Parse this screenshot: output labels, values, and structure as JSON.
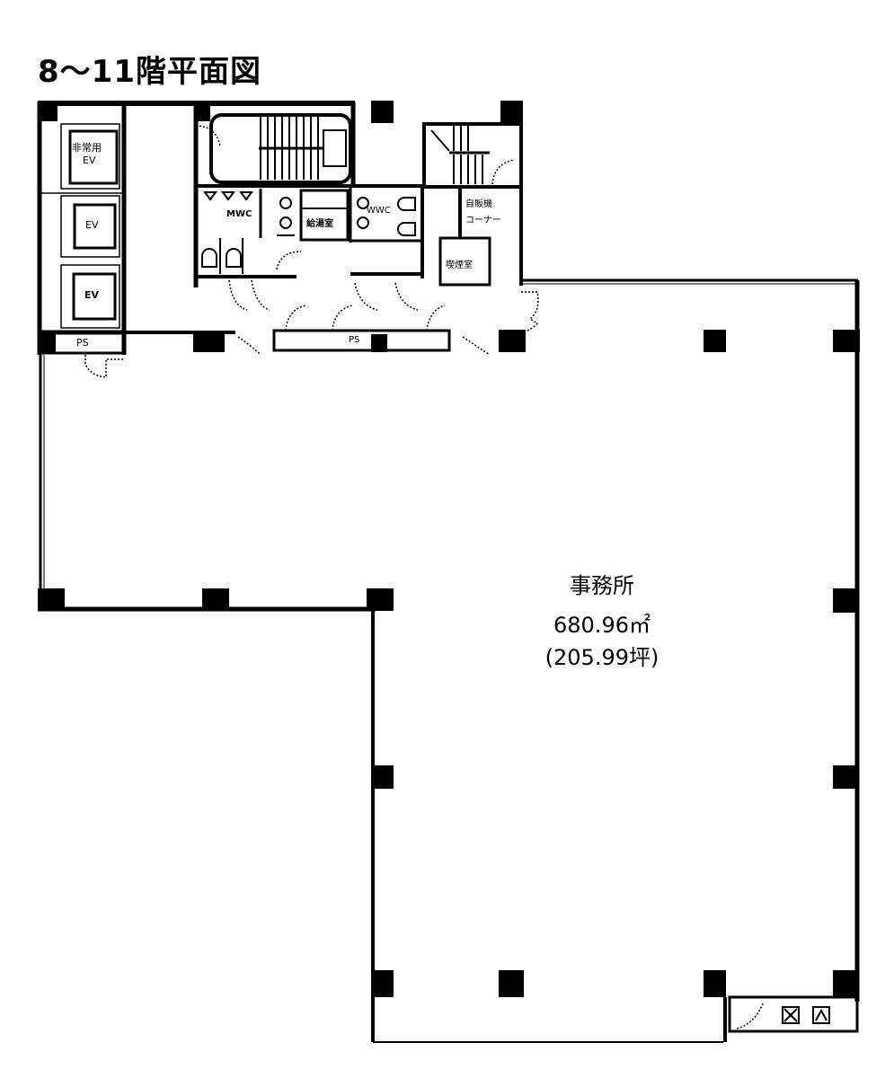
{
  "title": "8～11階平面図",
  "rooms": {
    "emergency_ev": {
      "line1": "非常用",
      "line2": "EV"
    },
    "ev1": "EV",
    "ev2": "EV",
    "ps_left": "PS",
    "ps_center": "PS",
    "mwc": "MWC",
    "wwc": "WWC",
    "kitchenette": "給湯室",
    "vending": {
      "line1": "自販機",
      "line2": "コーナー"
    },
    "smoking": "喫煙室"
  },
  "office": {
    "label": "事務所",
    "area_sqm": "680.96㎡",
    "area_tsubo": "(205.99坪)"
  },
  "legend_icons": [
    "box-x-icon",
    "box-fan-icon"
  ],
  "colors": {
    "line": "#000000",
    "background": "#ffffff"
  }
}
